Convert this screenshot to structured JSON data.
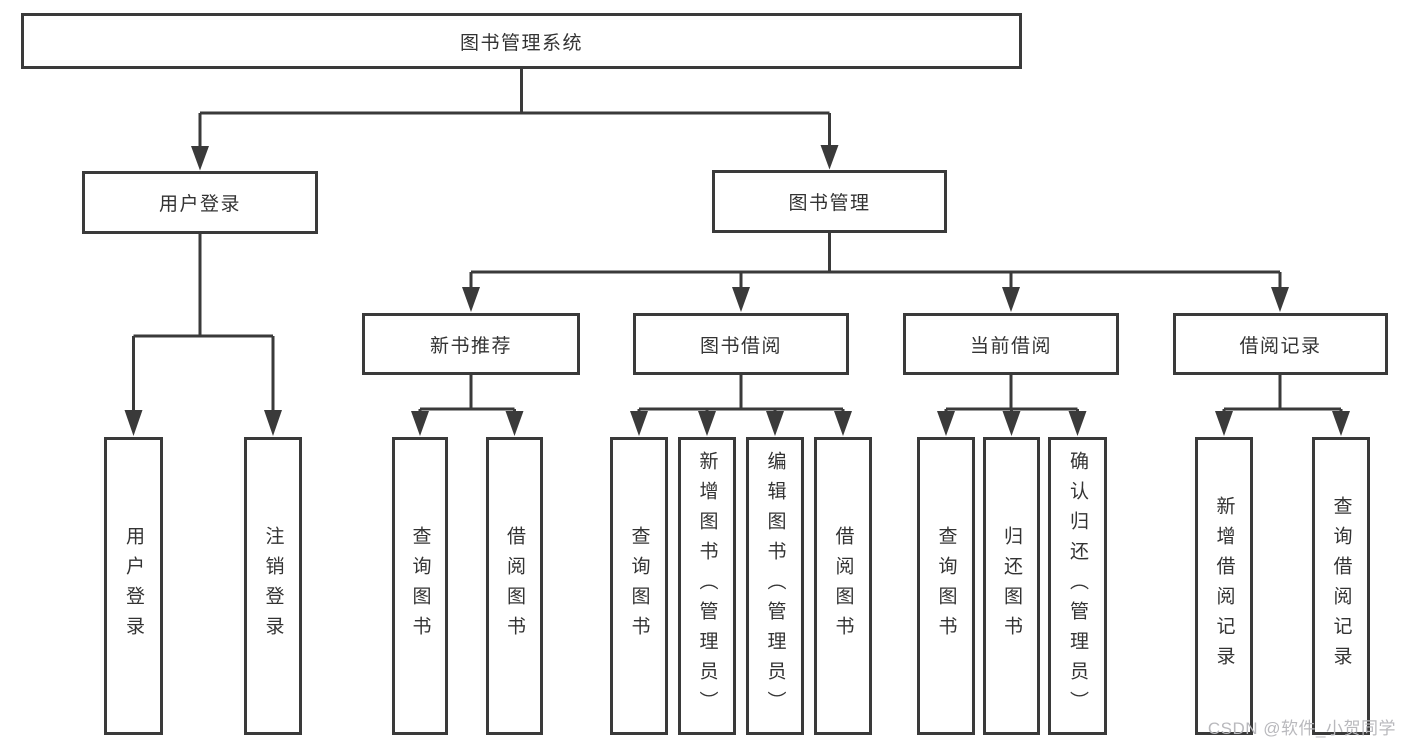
{
  "diagram": {
    "title": "图书管理系统",
    "branches": [
      {
        "label": "用户登录",
        "children": [
          {
            "label": "用户登录"
          },
          {
            "label": "注销登录"
          }
        ]
      },
      {
        "label": "图书管理",
        "children": [
          {
            "label": "新书推荐",
            "children": [
              {
                "label": "查询图书"
              },
              {
                "label": "借阅图书"
              }
            ]
          },
          {
            "label": "图书借阅",
            "children": [
              {
                "label": "查询图书"
              },
              {
                "label": "新增图书（管理员）"
              },
              {
                "label": "编辑图书（管理员）"
              },
              {
                "label": "借阅图书"
              }
            ]
          },
          {
            "label": "当前借阅",
            "children": [
              {
                "label": "查询图书"
              },
              {
                "label": "归还图书"
              },
              {
                "label": "确认归还（管理员）"
              }
            ]
          },
          {
            "label": "借阅记录",
            "children": [
              {
                "label": "新增借阅记录"
              },
              {
                "label": "查询借阅记录"
              }
            ]
          }
        ]
      }
    ]
  },
  "watermark": {
    "text": "CSDN @软件_小贺同学"
  },
  "colors": {
    "line": "#3a3a3a",
    "text": "#333333",
    "watermark": "#b9b9bd",
    "background": "#ffffff"
  }
}
